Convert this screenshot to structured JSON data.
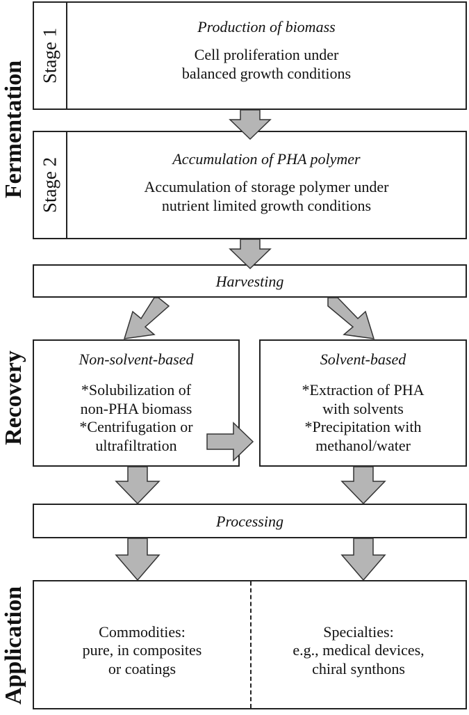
{
  "sections": {
    "fermentation": "Fermentation",
    "recovery": "Recovery",
    "application": "Application"
  },
  "stage1": {
    "tab": "Stage 1",
    "title": "Production of biomass",
    "lines": [
      "Cell proliferation under",
      "balanced growth conditions"
    ]
  },
  "stage2": {
    "tab": "Stage 2",
    "title": "Accumulation of PHA polymer",
    "lines": [
      "Accumulation of storage polymer under",
      "nutrient limited growth conditions"
    ]
  },
  "harvesting": "Harvesting",
  "non_solvent": {
    "title": "Non-solvent-based",
    "lines": [
      "*Solubilization of",
      "non-PHA biomass",
      "*Centrifugation or",
      "ultrafiltration"
    ]
  },
  "solvent": {
    "title": "Solvent-based",
    "lines": [
      "*Extraction of PHA",
      "with solvents",
      "*Precipitation with",
      "methanol/water"
    ]
  },
  "processing": "Processing",
  "commodities": {
    "lines": [
      "Commodities:",
      "pure, in composites",
      "or coatings"
    ]
  },
  "specialties": {
    "lines": [
      "Specialties:",
      "e.g., medical devices,",
      "chiral synthons"
    ]
  },
  "colors": {
    "arrow_fill": "#b5b5b5",
    "border": "#222222"
  }
}
